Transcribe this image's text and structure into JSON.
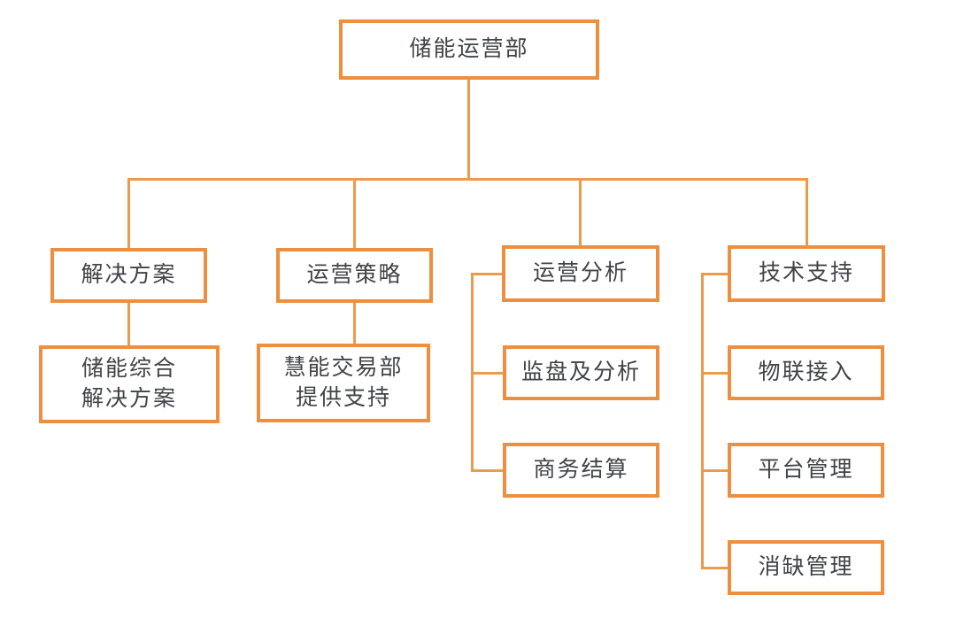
{
  "diagram": {
    "type": "org-chart",
    "colors": {
      "box_border": "#ED8F3E",
      "connector": "#EE9A4D",
      "text": "#404347",
      "background": "#FFFFFF"
    },
    "root": {
      "label": "储能运营部"
    },
    "branches": [
      {
        "label": "解决方案",
        "children": [
          {
            "lines": [
              "储能综合",
              "解决方案"
            ]
          }
        ]
      },
      {
        "label": "运营策略",
        "children": [
          {
            "lines": [
              "慧能交易部",
              "提供支持"
            ]
          }
        ]
      },
      {
        "label": "运营分析",
        "children": [
          {
            "lines": [
              "监盘及分析"
            ]
          },
          {
            "lines": [
              "商务结算"
            ]
          }
        ]
      },
      {
        "label": "技术支持",
        "children": [
          {
            "lines": [
              "物联接入"
            ]
          },
          {
            "lines": [
              "平台管理"
            ]
          },
          {
            "lines": [
              "消缺管理"
            ]
          }
        ]
      }
    ]
  }
}
